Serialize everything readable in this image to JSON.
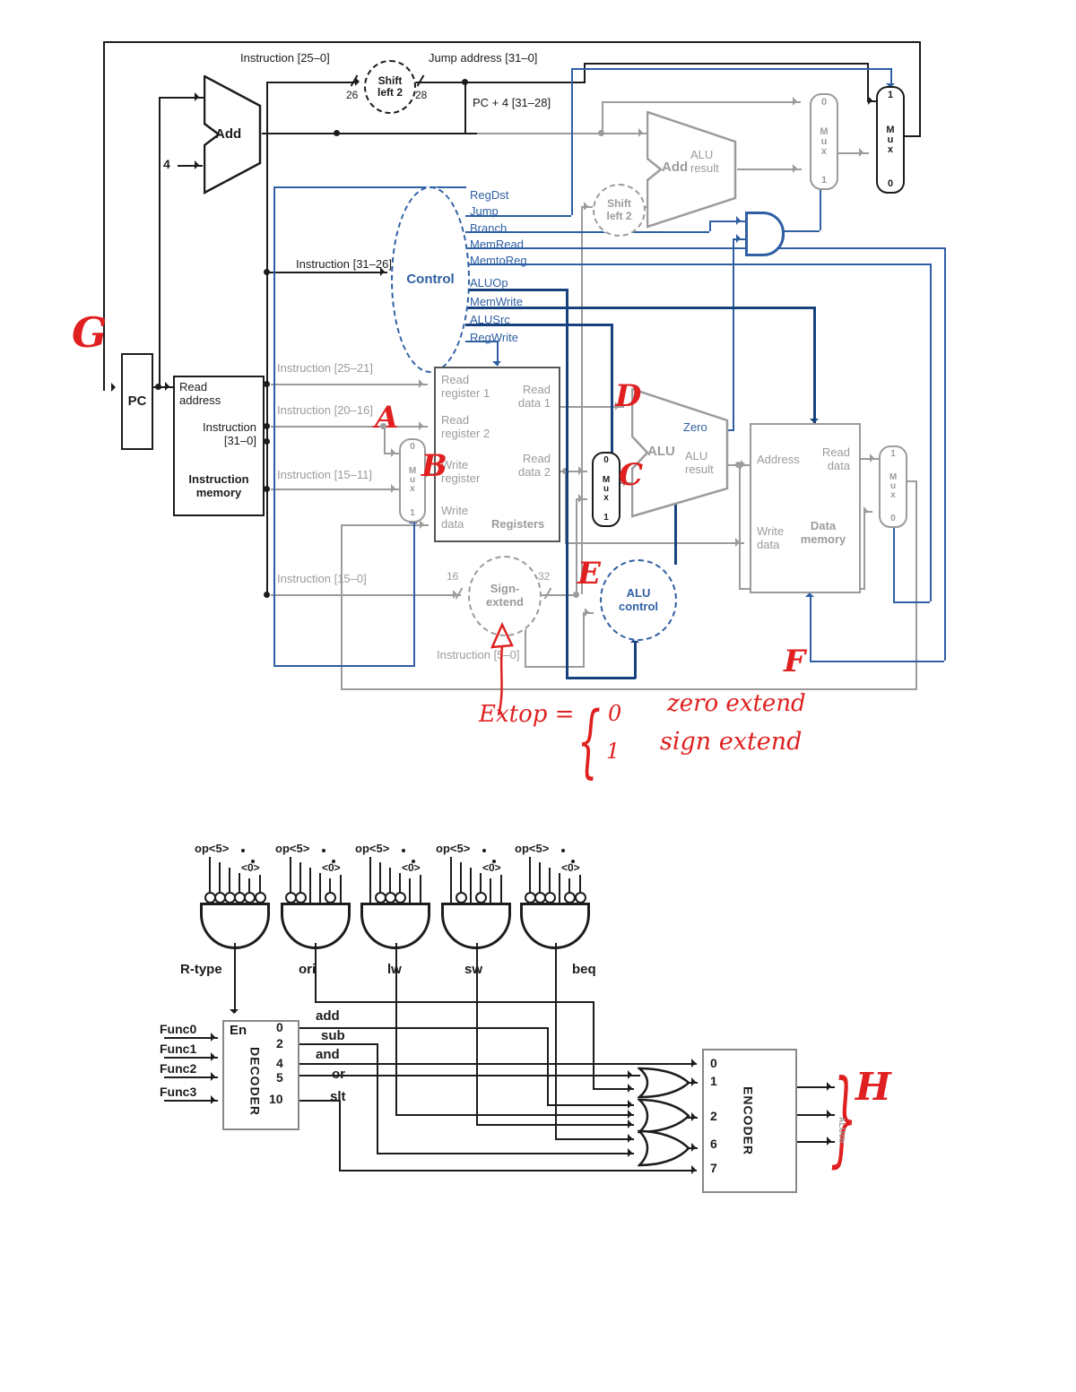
{
  "colors": {
    "figure_blue": "#2e5fa3",
    "figure_navy": "#17427e",
    "figure_gray": "#9b9b9b",
    "figure_black": "#1c1c1c",
    "annotation_red": "#e02020"
  },
  "top": {
    "labels": {
      "instruction_25_0": "Instruction [25–0]",
      "shift_left_2": "Shift left 2",
      "jump_address": "Jump address [31–0]",
      "w26": "26",
      "w28": "28",
      "w16": "16",
      "w32": "32",
      "four": "4",
      "pc_plus_4": "PC + 4 [31–28]",
      "add": "Add",
      "alu_result": "ALU result",
      "control": "Control",
      "instruction_31_26": "Instruction [31–26]",
      "pc": "PC",
      "read_address": "Read address",
      "instruction_31_0": "Instruction [31–0]",
      "instruction_memory": "Instruction memory",
      "instr_25_21": "Instruction [25–21]",
      "instr_20_16": "Instruction [20–16]",
      "instr_15_11": "Instruction [15–11]",
      "instr_15_0": "Instruction [15–0]",
      "instr_5_0": "Instruction [5–0]",
      "read_register_1": "Read register 1",
      "read_register_2": "Read register 2",
      "write_register": "Write register",
      "write_data": "Write data",
      "read_data_1": "Read data 1",
      "read_data_2": "Read data 2",
      "registers": "Registers",
      "alu": "ALU",
      "zero": "Zero",
      "sign_extend": "Sign-extend",
      "alu_control": "ALU control",
      "address": "Address",
      "read_data": "Read data",
      "write_data_mem": "Write data",
      "data_memory": "Data memory",
      "mux": "M\nu\nx",
      "zero_bit": "0",
      "one_bit": "1"
    },
    "control_signals": [
      "RegDst",
      "Jump",
      "Branch",
      "MemRead",
      "MemtoReg",
      "ALUOp",
      "MemWrite",
      "ALUSrc",
      "RegWrite"
    ]
  },
  "annotations": {
    "g": "G",
    "a": "A",
    "b": "B",
    "c": "C",
    "d": "D",
    "e": "E",
    "f": "F",
    "h": "H",
    "extop": "Extop =",
    "case0": "0",
    "case1": "1",
    "zero_extend": "zero extend",
    "sign_extend": "sign extend",
    "brace_open": "{",
    "brace_close": "}"
  },
  "pla": {
    "op_high": "op<5>",
    "op_low": "<0>",
    "gates": [
      {
        "name": "R-type",
        "bubbles": [
          1,
          1,
          1,
          1,
          1,
          1
        ]
      },
      {
        "name": "ori",
        "bubbles": [
          1,
          1,
          0,
          0,
          1,
          0
        ]
      },
      {
        "name": "lw",
        "bubbles": [
          0,
          1,
          1,
          1,
          0,
          0
        ]
      },
      {
        "name": "sw",
        "bubbles": [
          0,
          1,
          0,
          1,
          0,
          0
        ]
      },
      {
        "name": "beq",
        "bubbles": [
          1,
          1,
          1,
          0,
          1,
          1
        ]
      }
    ],
    "decoder": {
      "name": "DECODER",
      "enable": "En",
      "inputs": [
        "Func0",
        "Func1",
        "Func2",
        "Func3"
      ],
      "outputs": [
        "0",
        "2",
        "4",
        "5",
        "10"
      ],
      "ops": [
        "add",
        "sub",
        "and",
        "or",
        "slt"
      ]
    },
    "encoder": {
      "name": "ENCODER",
      "inputs": [
        "0",
        "1",
        "2",
        "6",
        "7"
      ],
      "output_label": "ALUctr"
    }
  }
}
